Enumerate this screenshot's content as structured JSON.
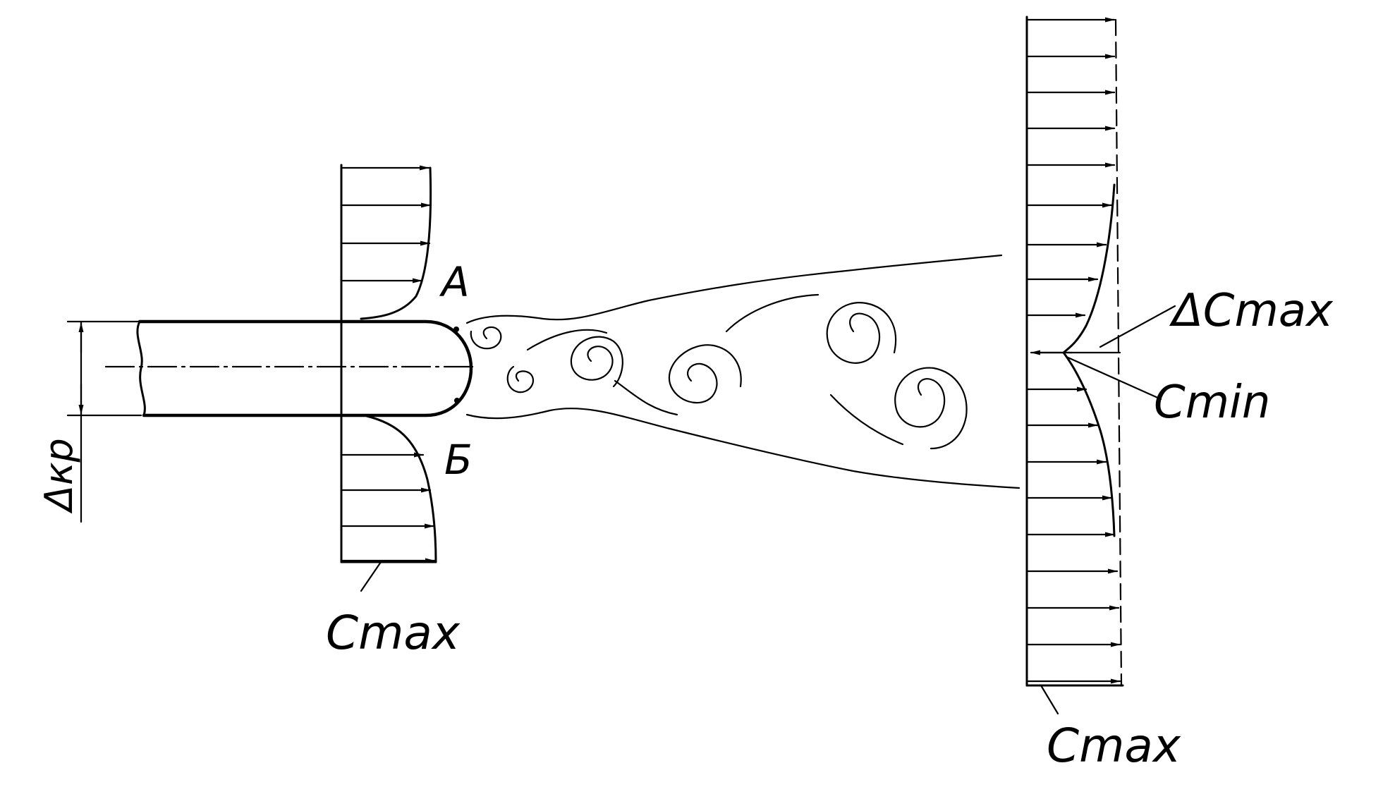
{
  "labels": {
    "point_a": "А",
    "point_b": "Б",
    "delta_kp": "Δкр",
    "cmax_left": "Cmax",
    "cmax_right": "Cmax",
    "delta_cmax": "ΔCmax",
    "cmin": "Cmin"
  },
  "colors": {
    "ink": "#000000",
    "background": "#ffffff"
  }
}
